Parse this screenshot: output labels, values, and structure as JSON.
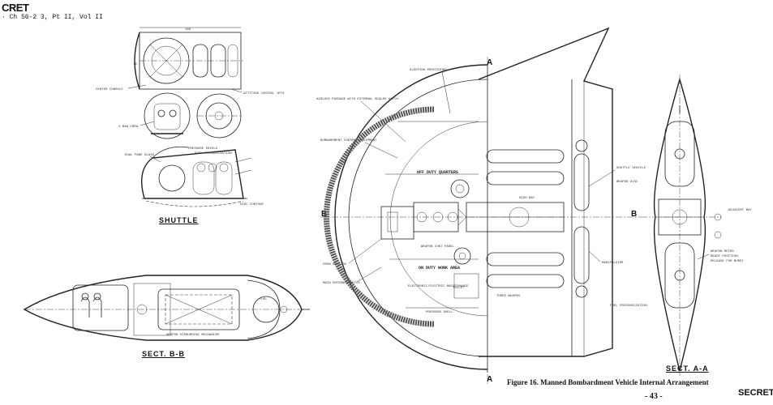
{
  "header": {
    "classification": "CRET",
    "reference": "· Ch 56-2 3, Pt II, Vol II"
  },
  "footer": {
    "caption": "Figure 16. Manned Bombardment Vehicle Internal Arrangement",
    "page_number": "- 43 -",
    "classification": "SECRET"
  },
  "views": {
    "shuttle": "SHUTTLE",
    "sect_b_b": "SECT. B-B",
    "sect_a_a": "SECT. A-A"
  },
  "section_marks": {
    "a_top": "A",
    "a_bottom": "A",
    "b_left": "B",
    "b_right": "B"
  },
  "callouts": {
    "center_console": "CENTER CONSOLE",
    "attitude_control": "ATTITUDE CONTROL JETS",
    "two_man_crew": "2 MAN CREW",
    "dual_pane_glass": "DUAL PANE GLASS",
    "pressure_shield": "PRESSURE SHIELD",
    "fuel_pressurization": "FUEL PRESSURIZATION",
    "disc_contour": "DISC CONTOUR",
    "weapon_disbursing": "WEAPON DISBURSING MECHANISM",
    "fuel": "FUEL",
    "sleeping_provisions": "SLEEPING PROVISIONS",
    "airlock_passage": "AIRLOCK PASSAGE WITH EXTERNAL SEALED HATCH",
    "bombardment_control": "BOMBARDMENT CONTROL EQUIPMENT",
    "off_duty_quarters": "OFF DUTY QUARTERS",
    "weapon_cont_panel": "WEAPON CONT PANEL",
    "on_duty_work_area": "ON DUTY WORK AREA",
    "electronic_maint": "ELECTRONIC/ELECTRIC MAINTENANCE",
    "toilet": "TOILET",
    "crew_section": "CREW SECTION",
    "main_entrance_hatch": "MAIN ENTRANCE HATCH",
    "pressure_shell": "PRESSURE SHELL",
    "high_bay": "HIGH BAY",
    "shuttle_vehicle": "SHUTTLE VEHICLE",
    "weapon_disc": "WEAPON DISC",
    "manipulator": "MANIPULATOR",
    "three_weapon": "THREE WEAPON",
    "fuel_pressurization_2": "FUEL PRESSURIZATION",
    "adjacent_bay": "ADJACENT BAY",
    "weapon_retro": "WEAPON RETRO",
    "ready_position": "READY POSITION",
    "release_for_burst": "RELEASE FOR BURST"
  }
}
